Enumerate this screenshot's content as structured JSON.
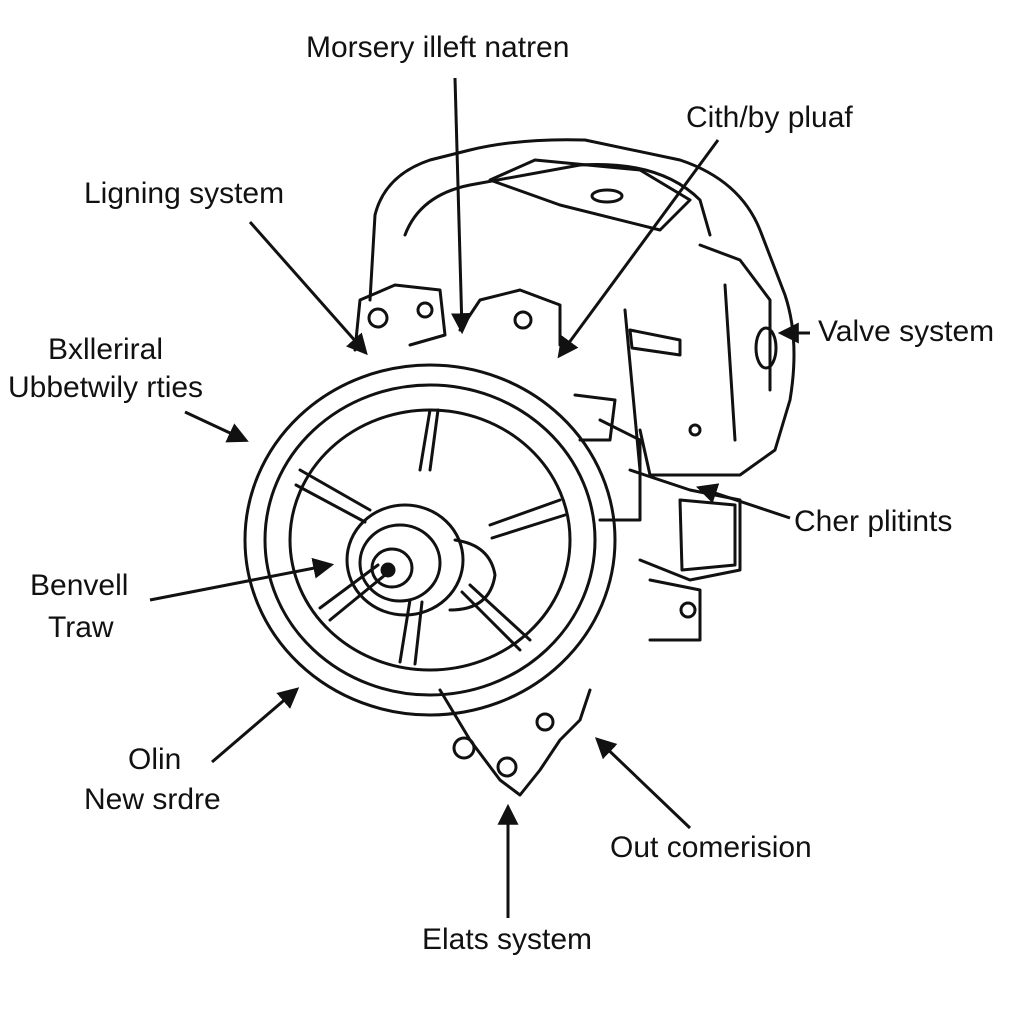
{
  "labels": {
    "top_center": "Morsery illeft natren",
    "top_right": "Cith/by pluaf",
    "upper_left": "Ligning system",
    "left_a_line1": "Bxlleriral",
    "left_a_line2": "Ubbetwily rties",
    "right_a": "Valve system",
    "right_b": "Cher plitints",
    "left_b_line1": "Benvell",
    "left_b_line2": "Traw",
    "lower_left_line1": "Olin",
    "lower_left_line2": "New srdre",
    "lower_right": "Out comerision",
    "bottom": "Elats system"
  },
  "colors": {
    "ink": "#111111",
    "background": "#ffffff"
  }
}
